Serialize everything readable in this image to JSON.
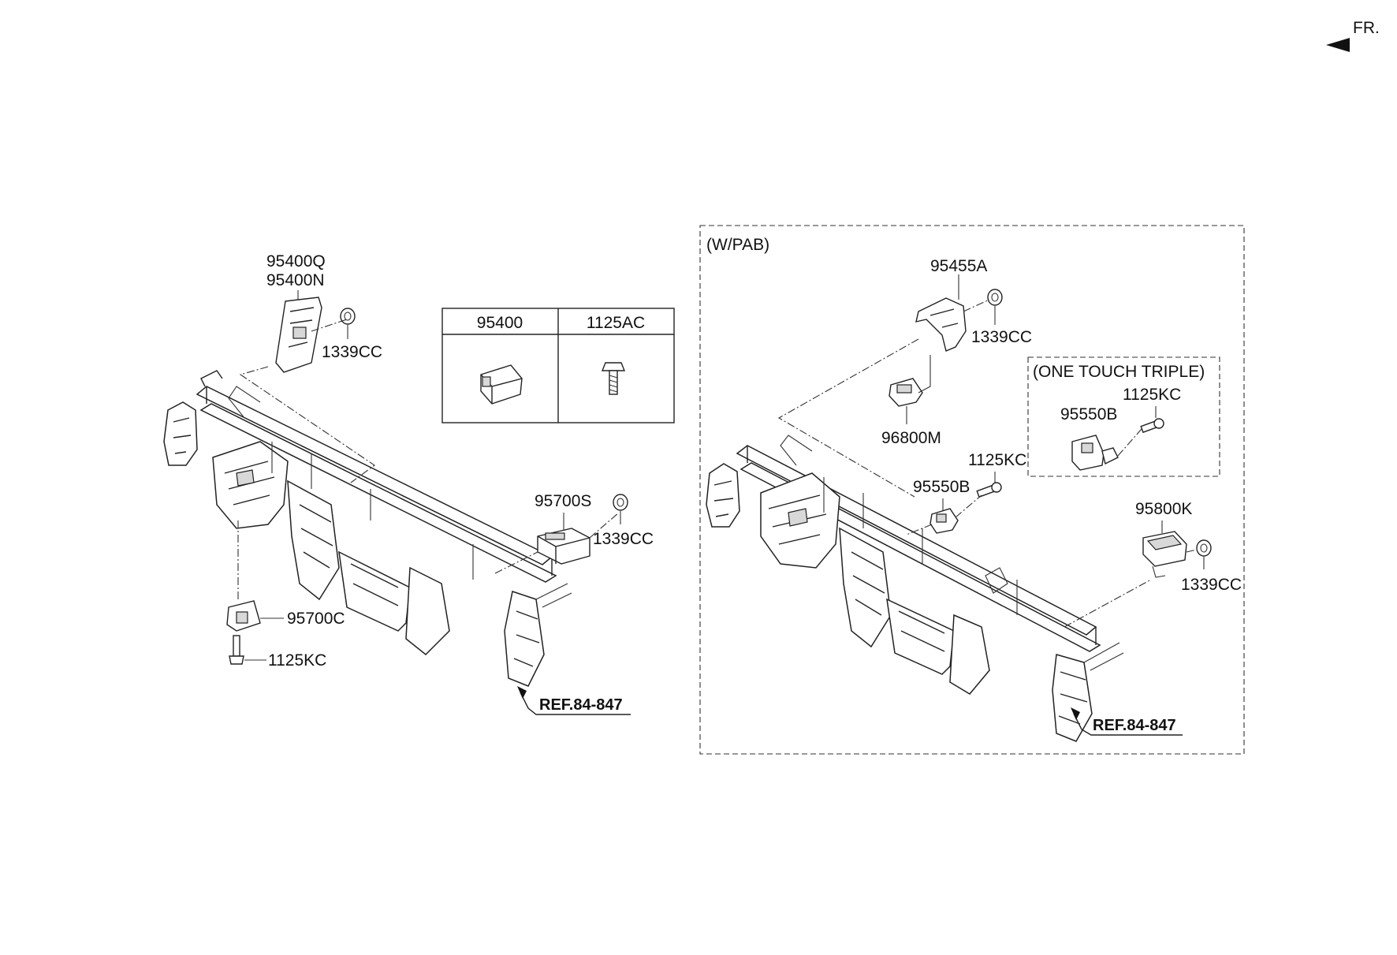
{
  "labels": {
    "p95400q": "95400Q",
    "p95400n": "95400N",
    "p1339cc_a": "1339CC",
    "p95700s": "95700S",
    "p1339cc_b": "1339CC",
    "p95700c": "95700C",
    "p1125kc_a": "1125KC",
    "ref_left": "REF.84-847",
    "wpab_title": "(W/PAB)",
    "p95455a": "95455A",
    "p1339cc_c": "1339CC",
    "p96800m": "96800M",
    "one_touch_title": "(ONE TOUCH TRIPLE)",
    "p1125kc_b": "1125KC",
    "p95550b_a": "95550B",
    "p1125kc_c": "1125KC",
    "p95550b_b": "95550B",
    "p95800k": "95800K",
    "p1339cc_d": "1339CC",
    "ref_right": "REF.84-847",
    "fr": "FR."
  },
  "table": {
    "col1": "95400",
    "col2": "1125AC"
  }
}
